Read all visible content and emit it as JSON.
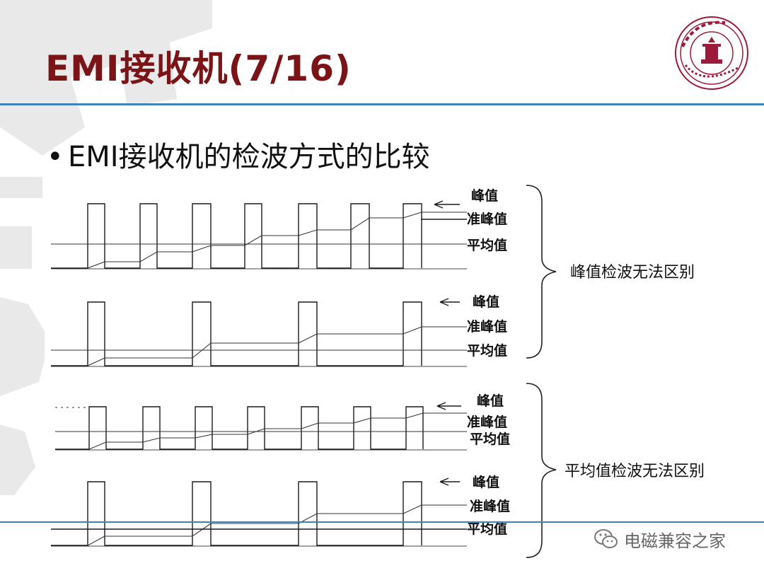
{
  "slide": {
    "title": "EMI接收机(7/16)",
    "bullet": "EMI接收机的检波方式的比较",
    "watermark": "电磁兼容之家",
    "accent_title": "#7a1416",
    "accent_rule": "#3f83b8",
    "logo_text": "XIAN JIAOTONG UNIVERSITY"
  },
  "diagram": {
    "panels": [
      {
        "peak": "峰值",
        "quasi_peak": "准峰值",
        "average": "平均值"
      },
      {
        "peak": "峰值",
        "quasi_peak": "准峰值",
        "average": "平均值"
      },
      {
        "peak": "峰值",
        "quasi_peak": "准峰值",
        "average": "平均值"
      },
      {
        "peak": "峰值",
        "quasi_peak": "准峰值",
        "average": "平均值"
      }
    ],
    "group_notes": [
      "峰值检波无法区别",
      "平均值检波无法区别"
    ]
  }
}
